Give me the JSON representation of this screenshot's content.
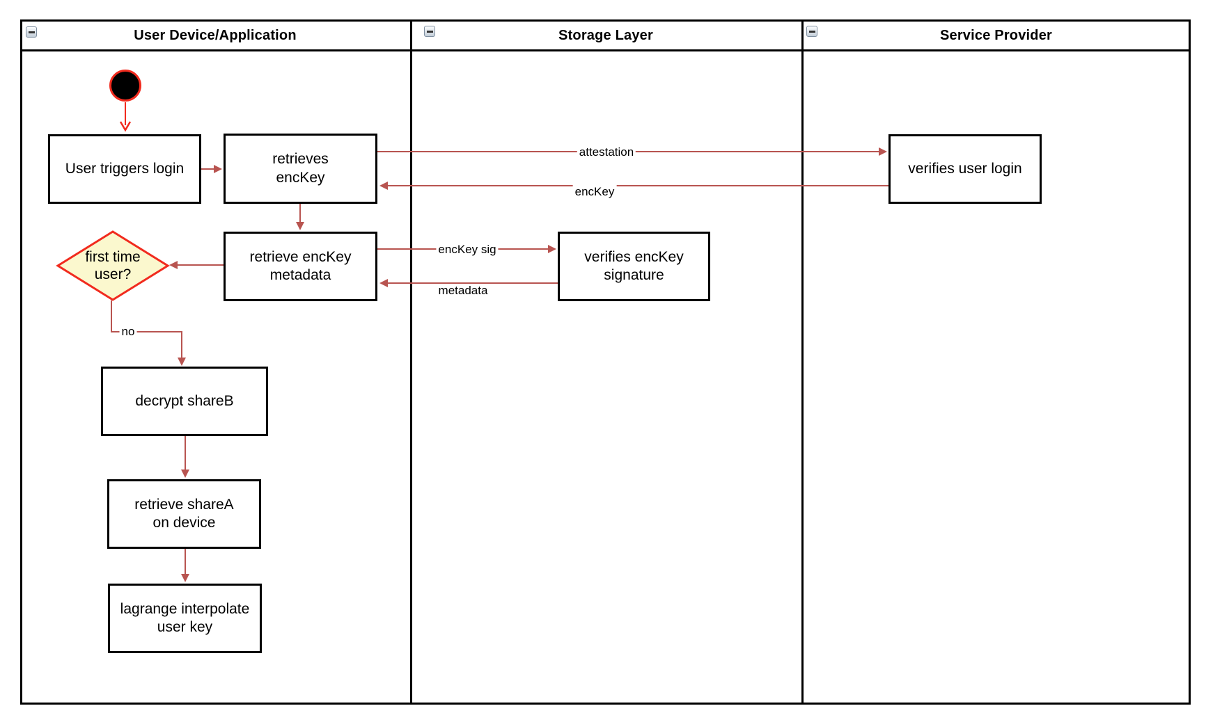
{
  "diagram": {
    "type": "uml-activity-swimlane",
    "lanes": [
      {
        "title": "User Device/Application",
        "icon": "collapse-minus-icon"
      },
      {
        "title": "Storage Layer",
        "icon": "collapse-minus-icon"
      },
      {
        "title": "Service Provider",
        "icon": "collapse-minus-icon"
      }
    ]
  },
  "nodes": {
    "initial": {
      "type": "initial-state"
    },
    "user_triggers_login": {
      "label": "User triggers login"
    },
    "retrieves_enckey": {
      "label": "retrieves\nencKey"
    },
    "verifies_user_login": {
      "label": "verifies user login"
    },
    "first_time_user": {
      "label": "first time\nuser?"
    },
    "retrieve_enckey_metadata": {
      "label": "retrieve encKey\nmetadata"
    },
    "verifies_enckey_signature": {
      "label": "verifies encKey\nsignature"
    },
    "decrypt_shareb": {
      "label": "decrypt shareB"
    },
    "retrieve_sharea_on_device": {
      "label": "retrieve shareA\non device"
    },
    "lagrange_interpolate_user_key": {
      "label": "lagrange interpolate\nuser key"
    }
  },
  "edge_labels": {
    "attestation": "attestation",
    "enckey": "encKey",
    "enckey_sig": "encKey sig",
    "metadata": "metadata",
    "no": "no"
  },
  "colors": {
    "edge": "#B85450",
    "start_accent": "#F12B1E",
    "decision_fill": "#FBF8CE",
    "shape_border": "#000000",
    "background": "#FFFFFF"
  }
}
